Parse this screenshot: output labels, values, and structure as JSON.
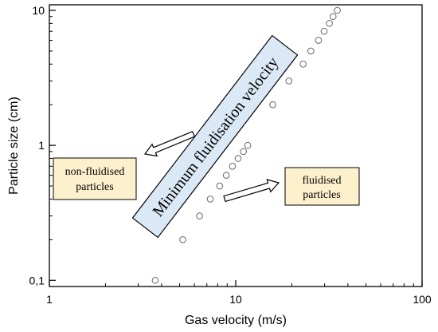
{
  "chart_data": {
    "type": "scatter",
    "title": "",
    "xlabel": "Gas velocity (m/s)",
    "ylabel": "Particle size (cm)",
    "xscale": "log",
    "yscale": "log",
    "xlim": [
      1,
      100
    ],
    "ylim": [
      0.09,
      11
    ],
    "x_ticks": [
      1,
      10,
      100
    ],
    "x_tick_labels": [
      "1",
      "10",
      "100"
    ],
    "y_ticks": [
      0.1,
      1,
      10
    ],
    "y_tick_labels": [
      "0,1",
      "1",
      "10"
    ],
    "grid": false,
    "marker": "open-circle",
    "series": [
      {
        "x": [
          3.7,
          5.2,
          6.4,
          7.3,
          8.2,
          8.9,
          9.6,
          10.3,
          11.0,
          11.6,
          15.8,
          19.3,
          23.0,
          25.3,
          27.8,
          29.8,
          31.8,
          33.3,
          35.1
        ],
        "y": [
          0.1,
          0.2,
          0.3,
          0.4,
          0.5,
          0.6,
          0.7,
          0.8,
          0.9,
          1.0,
          2.0,
          3.0,
          4.0,
          5.0,
          6.0,
          7.0,
          8.0,
          9.0,
          10.0
        ]
      }
    ],
    "annotations": {
      "band_label": "Minimum fluidisation velocity",
      "left_box_lines": [
        "non-fluidised",
        "particles"
      ],
      "right_box_lines": [
        "fluidised",
        "particles"
      ]
    },
    "colors": {
      "band_fill": "#dbe9f6",
      "box_fill": "#fdf0cc",
      "marker_stroke": "#666666"
    }
  }
}
